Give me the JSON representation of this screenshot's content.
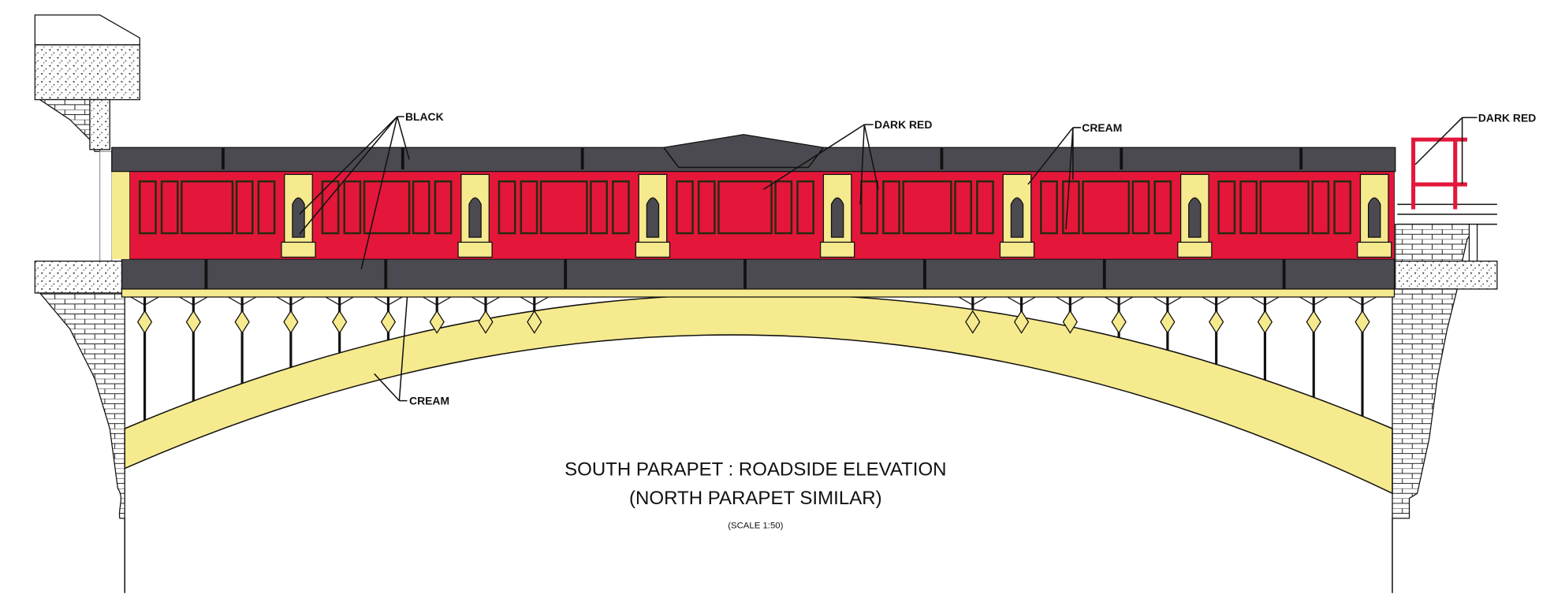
{
  "drawing": {
    "title": "SOUTH PARAPET : ROADSIDE ELEVATION",
    "subtitle": "(NORTH PARAPET SIMILAR)",
    "scale": "(SCALE 1:50)"
  },
  "labels": {
    "black": "BLACK",
    "dark_red_center": "DARK RED",
    "cream_top": "CREAM",
    "dark_red_railing": "DARK RED",
    "cream_arch": "CREAM"
  },
  "colors": {
    "red": "#e4173b",
    "dark_grey": "#4b4a50",
    "cream": "#f6ea8e",
    "black": "#111111"
  }
}
